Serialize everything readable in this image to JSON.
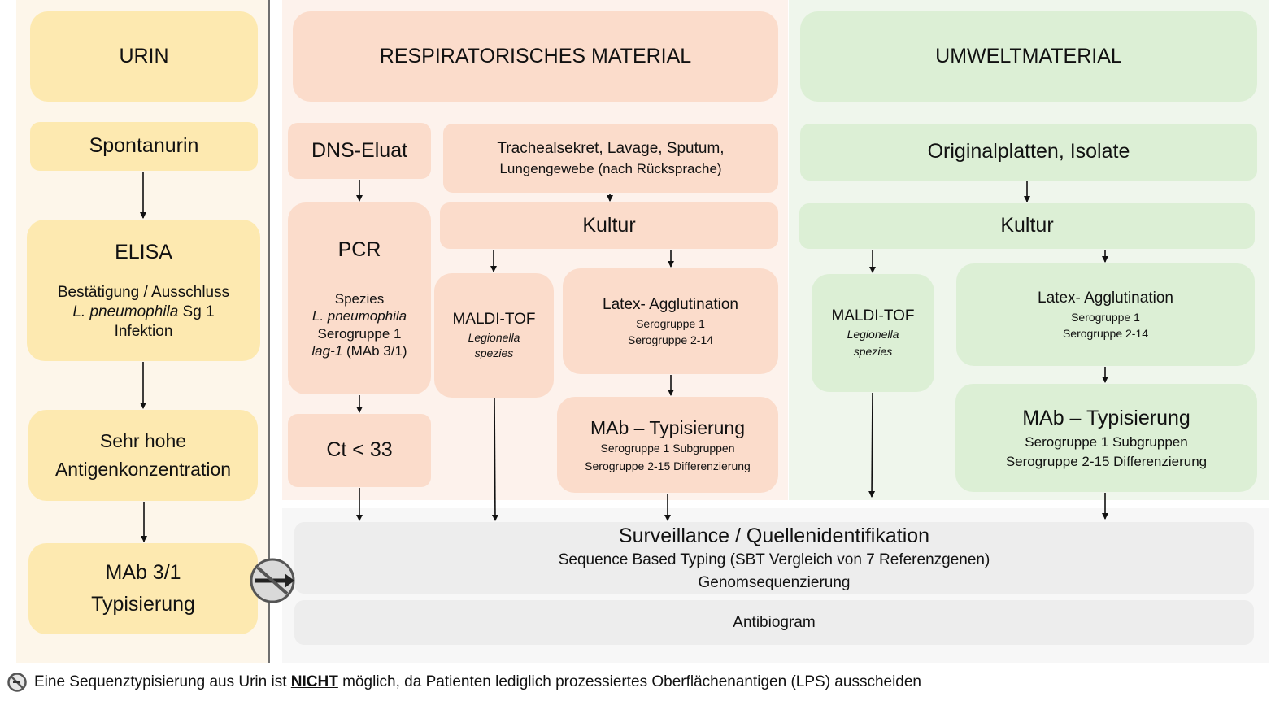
{
  "columns": {
    "urine": {
      "header": "URIN",
      "sample": "Spontanurin",
      "elisa": {
        "title": "ELISA",
        "line1": "Bestätigung / Ausschluss",
        "line2_italic": "L. pneumophila",
        "line2_rest": " Sg 1",
        "line3": "Infektion"
      },
      "antigen": {
        "line1": "Sehr hohe",
        "line2": "Antigenkonzentration"
      },
      "mab": {
        "line1": "MAb 3/1",
        "line2": "Typisierung"
      }
    },
    "respiratory": {
      "header": "RESPIRATORISCHES MATERIAL",
      "dna": "DNS-Eluat",
      "sample": {
        "line1": "Trachealsekret, Lavage, Sputum,",
        "line2": "Lungengewebe (nach Rücksprache)"
      },
      "pcr": {
        "title": "PCR",
        "line1": "Spezies",
        "line2": "L. pneumophila",
        "line3": "Serogruppe 1",
        "line4_italic": "lag-1",
        "line4_rest": " (MAb 3/1)"
      },
      "ct": "Ct < 33",
      "culture": "Kultur",
      "maldi": {
        "title": "MALDI-TOF",
        "line1": "Legionella",
        "line2": "spezies"
      },
      "latex": {
        "title": "Latex- Agglutination",
        "line1": "Serogruppe 1",
        "line2": "Serogruppe 2-14"
      },
      "mab": {
        "title": "MAb – Typisierung",
        "line1": "Serogruppe 1 Subgruppen",
        "line2": "Serogruppe 2-15 Differenzierung"
      }
    },
    "environment": {
      "header": "UMWELTMATERIAL",
      "sample": "Originalplatten, Isolate",
      "culture": "Kultur",
      "maldi": {
        "title": "MALDI-TOF",
        "line1": "Legionella",
        "line2": "spezies"
      },
      "latex": {
        "title": "Latex- Agglutination",
        "line1": "Serogruppe 1",
        "line2": "Serogruppe 2-14"
      },
      "mab": {
        "title": "MAb – Typisierung",
        "line1": "Serogruppe 1 Subgruppen",
        "line2": "Serogruppe 2-15 Differenzierung"
      }
    }
  },
  "surveillance": {
    "title": "Surveillance / Quellenidentifikation",
    "line1": "Sequence Based Typing (SBT Vergleich von 7 Referenzgenen)",
    "line2": "Genomsequenzierung"
  },
  "antibiogram": "Antibiogram",
  "footer": {
    "icon": "prohibited-icon",
    "pre": "Eine Sequenztypisierung aus Urin ist ",
    "emph": "NICHT",
    "post": " möglich, da Patienten lediglich prozessiertes Oberflächenantigen (LPS) ausscheiden"
  },
  "colors": {
    "urine": "#fde9b0",
    "respiratory": "#fbdccb",
    "environment": "#dcefd5",
    "surveillance": "#ededed"
  }
}
